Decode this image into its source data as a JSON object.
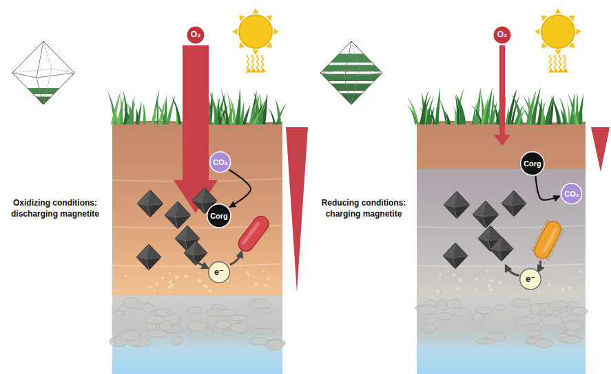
{
  "diagram": {
    "nodes": [
      {
        "text": [
          "O₂"
        ]
      },
      {
        "text": [
          "CO₂"
        ]
      },
      {
        "text": [
          "Corg"
        ]
      },
      {
        "text": [
          "e⁻"
        ]
      },
      {
        "text": [
          "O₂"
        ]
      },
      {
        "text": [
          "Corg"
        ]
      },
      {
        "text": [
          "CO₂"
        ]
      },
      {
        "text": [
          "e⁻"
        ]
      }
    ],
    "edges": [
      {
        "from": 1,
        "to": 2,
        "arrow": "to"
      },
      {
        "from": 5,
        "to": 6,
        "arrow": "to"
      }
    ],
    "labels": [
      "Oxidizing conditions: discharging magnetite",
      "Reducing conditions: charging magnetite"
    ]
  }
}
